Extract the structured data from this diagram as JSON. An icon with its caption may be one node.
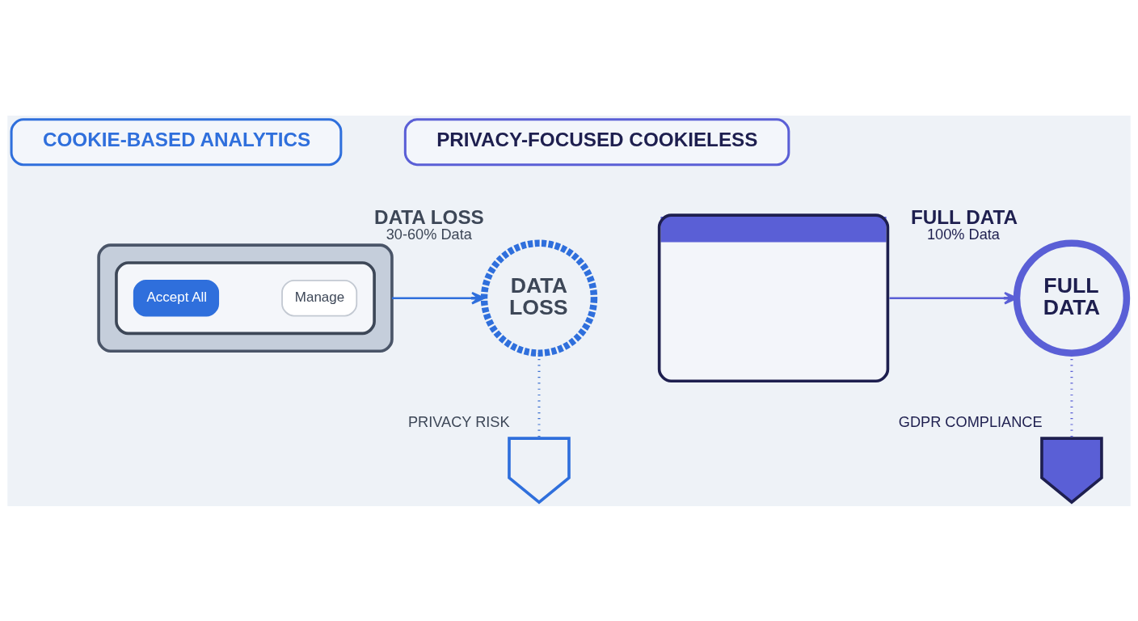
{
  "diagram": {
    "nodes": [
      {
        "text": [
          "COOKIE-BASED ANALYTICS"
        ]
      },
      {
        "text": [],
        "shape": "box"
      },
      {
        "text": [],
        "shape": "box",
        "in": 1
      },
      {
        "text": [
          "Accept All"
        ],
        "in": 2
      },
      {
        "text": [
          "Manage"
        ],
        "in": 2
      },
      {
        "text": [
          "DATA LOSS"
        ],
        "beside": [
          "DATA LOSS",
          "30-60% Data"
        ]
      },
      {
        "text": [],
        "shape": "shield",
        "beside": [
          "PRIVACY RISK"
        ]
      },
      {
        "text": [
          "PRIVACY-FOCUSED COOKIELESS"
        ]
      },
      {
        "text": [],
        "shape": "box"
      },
      {
        "text": [
          "FULL DATA"
        ],
        "beside": [
          "FULL DATA",
          "100% Data"
        ]
      },
      {
        "text": [],
        "shape": "shield",
        "beside": [
          "GDPR COMPLIANCE"
        ]
      }
    ],
    "edges": [
      {
        "from": 1,
        "to": 5,
        "arrow": "to",
        "color": "#2f6fdc"
      },
      {
        "from": 5,
        "to": 6,
        "arrow": "none",
        "style": "dashed",
        "color": "#3a6fd0"
      },
      {
        "from": 8,
        "to": 9,
        "arrow": "to",
        "color": "#5a5fd6"
      },
      {
        "from": 9,
        "to": 10,
        "arrow": "none",
        "style": "dashed",
        "color": "#5a5fd6"
      }
    ]
  }
}
